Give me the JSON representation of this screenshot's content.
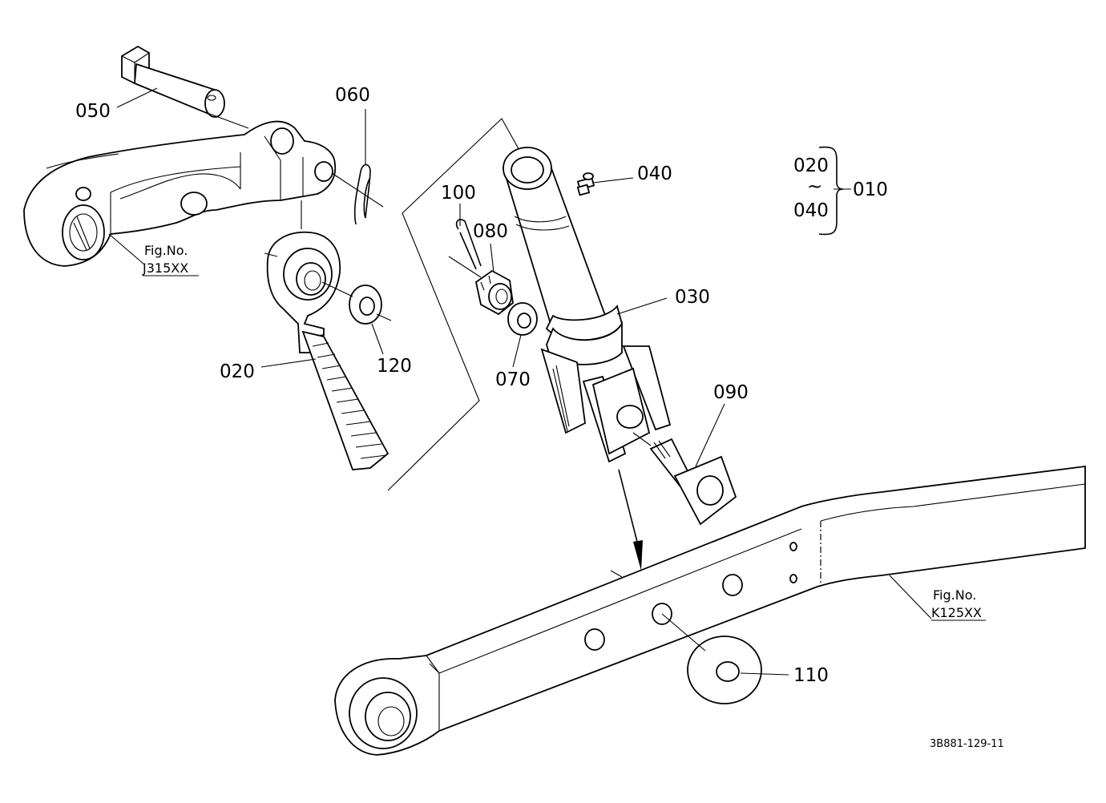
{
  "diagram": {
    "part_labels": {
      "p050": "050",
      "p060": "060",
      "p040": "040",
      "p100": "100",
      "p080": "080",
      "p030": "030",
      "p020": "020",
      "p120": "120",
      "p070": "070",
      "p090": "090",
      "p110": "110"
    },
    "assembly": {
      "range_start": "020",
      "range_sep": "~",
      "range_end": "040",
      "assembly_no": "010"
    },
    "references": {
      "ref1_title": "Fig.No.",
      "ref1_code": "J315XX",
      "ref2_title": "Fig.No.",
      "ref2_code": "K125XX"
    },
    "drawing_code": "3B881-129-11"
  }
}
